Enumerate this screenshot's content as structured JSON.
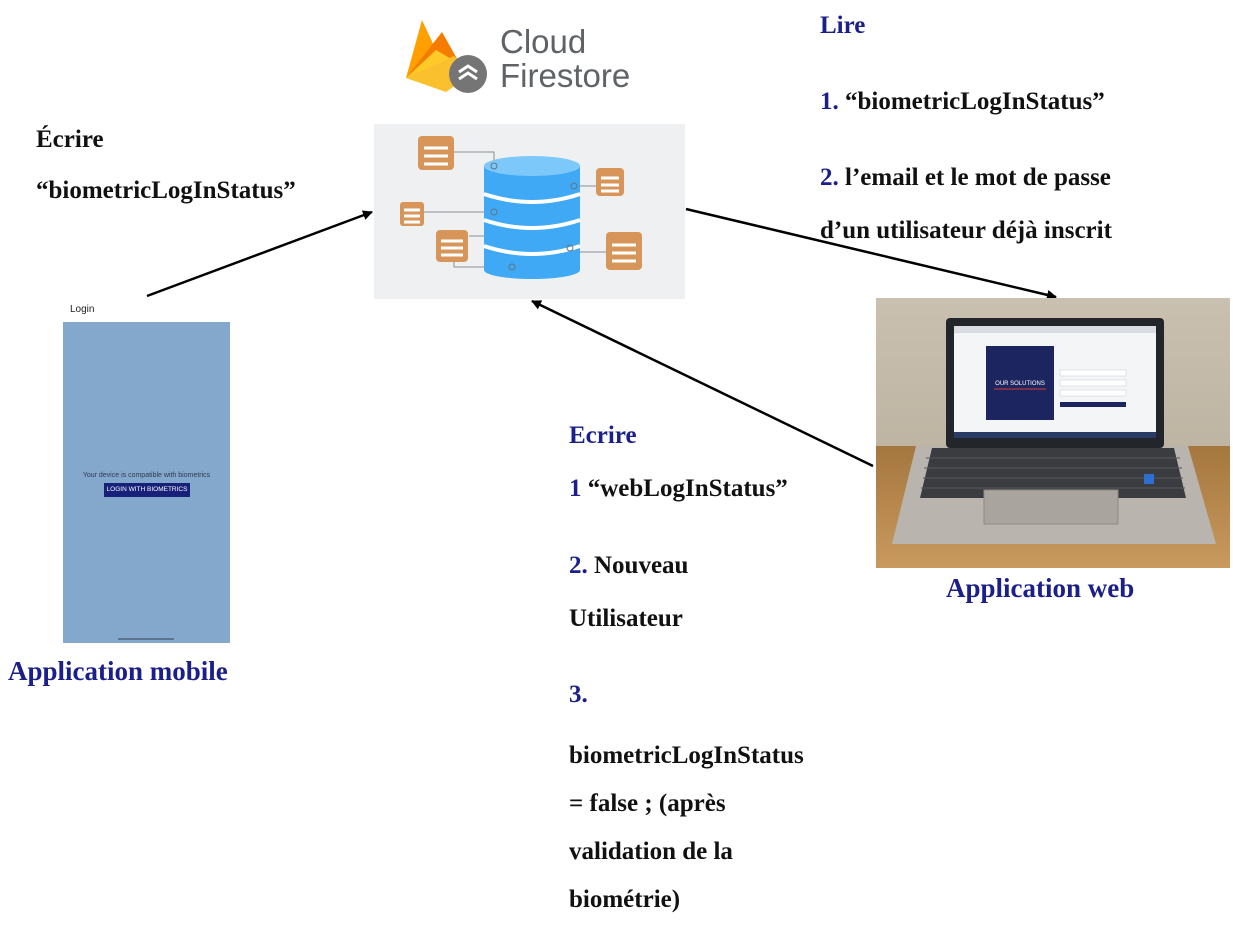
{
  "logo": {
    "line1": "Cloud",
    "line2": "Firestore"
  },
  "left_label": {
    "title": "Écrire",
    "field": "“biometricLogInStatus”"
  },
  "right_label": {
    "title": "Lire",
    "item1_num": "1.",
    "item1_text": "“biometricLogInStatus”",
    "item2_num": "2.",
    "item2_text": "l’email et le mot de passe",
    "item2_text_cont": "d’un utilisateur déjà inscrit"
  },
  "middle_label": {
    "title": "Ecrire",
    "item1_num": "1",
    "item1_text": "“webLogInStatus”",
    "item2_num": "2.",
    "item2_text": "Nouveau",
    "item2_text_cont": "Utilisateur",
    "item3_num": "3.",
    "item3_line1": "biometricLogInStatus",
    "item3_line2": "= false ; (après",
    "item3_line3": "validation de la",
    "item3_line4": "biométrie)"
  },
  "mobile": {
    "screen_title": "Login",
    "message": "Your device is compatible with biometrics",
    "button": "LOGIN WITH BIOMETRICS",
    "caption": "Application mobile"
  },
  "web": {
    "screen_logo": "OUR SOLUTIONS",
    "caption": "Application web"
  },
  "colors": {
    "accent_blue": "#1b1f8a",
    "phone_screen": "#84a8cb",
    "db_blue": "#3fa9f5",
    "doc_orange": "#d8955a"
  }
}
